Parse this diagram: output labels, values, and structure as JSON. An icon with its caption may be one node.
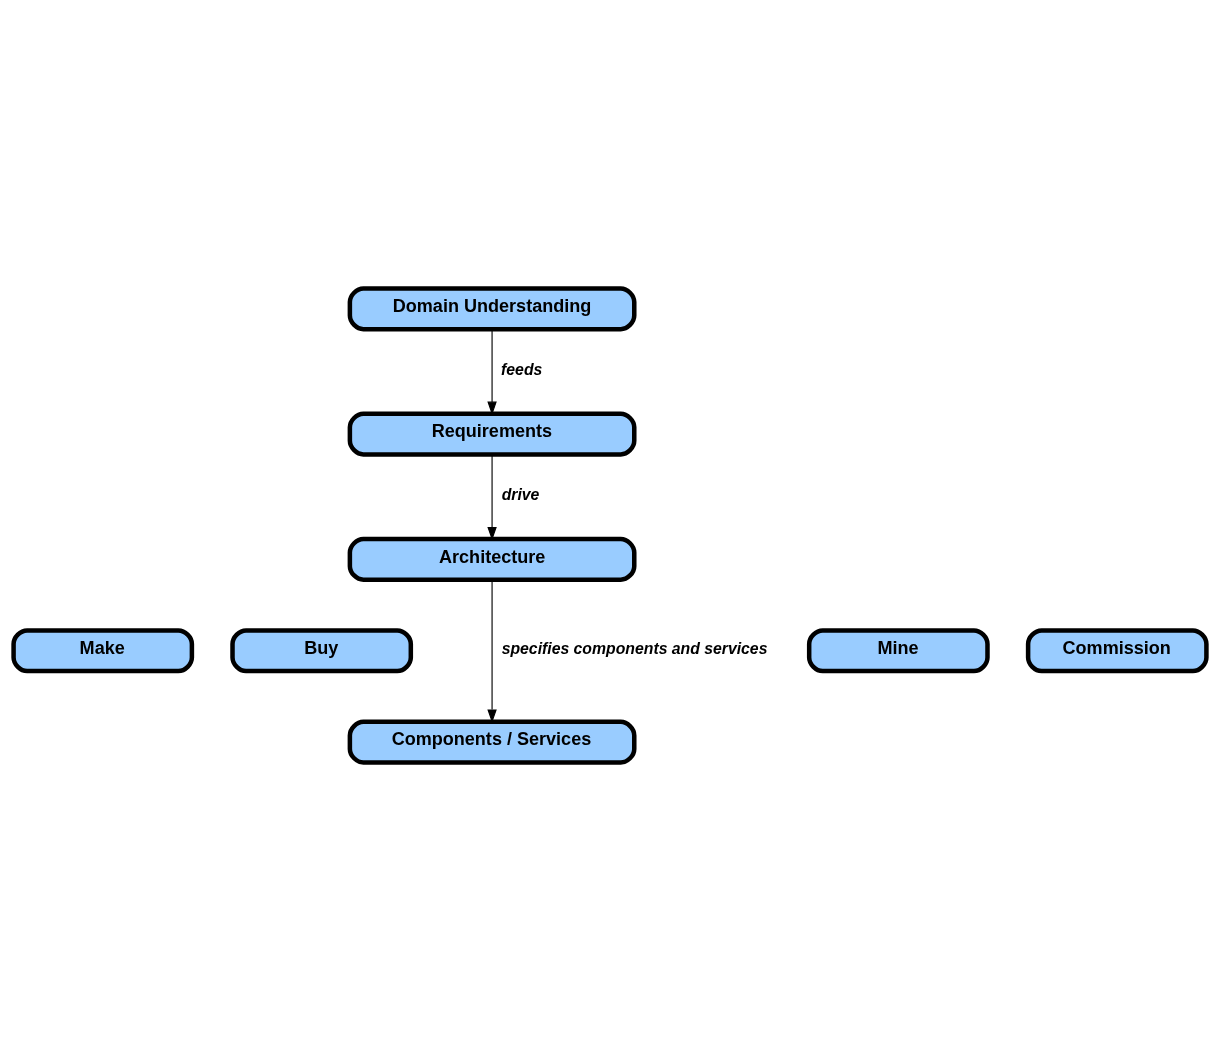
{
  "diagram": {
    "nodes": [
      {
        "text": [
          "Domain Understanding"
        ]
      },
      {
        "text": [
          "Requirements"
        ]
      },
      {
        "text": [
          "Architecture"
        ]
      },
      {
        "text": [
          "Make"
        ]
      },
      {
        "text": [
          "Buy"
        ]
      },
      {
        "text": [
          "Mine"
        ]
      },
      {
        "text": [
          "Commission"
        ]
      },
      {
        "text": [
          "Components / Services"
        ]
      }
    ],
    "edges": [
      {
        "from": 0,
        "to": 1,
        "arrow": "to",
        "label": "feeds"
      },
      {
        "from": 1,
        "to": 2,
        "arrow": "to",
        "label": "drive"
      },
      {
        "from": 2,
        "to": 7,
        "arrow": "to",
        "label": "specifies components and services"
      }
    ]
  }
}
